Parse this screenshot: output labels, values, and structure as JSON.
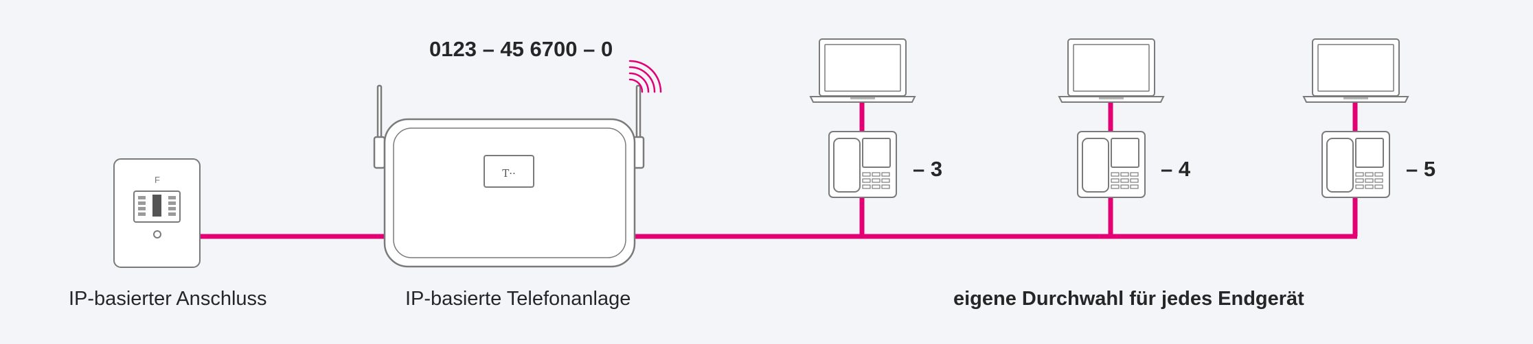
{
  "diagram": {
    "main_number": "0123 – 45 6700 – 0",
    "wall_socket": {
      "caption": "IP-basierter Anschluss",
      "port_letter": "F"
    },
    "pbx": {
      "caption": "IP-basierte Telefonanlage",
      "logo_text": "T··"
    },
    "endpoints": [
      {
        "extension": "– 3"
      },
      {
        "extension": "– 4"
      },
      {
        "extension": "– 5"
      }
    ],
    "endpoints_caption": "eigene Durchwahl für jedes Endgerät",
    "colors": {
      "background": "#f4f5f9",
      "cable": "#e20074",
      "outline": "#7a7a7a",
      "fill": "#ffffff",
      "text": "#262626"
    }
  }
}
